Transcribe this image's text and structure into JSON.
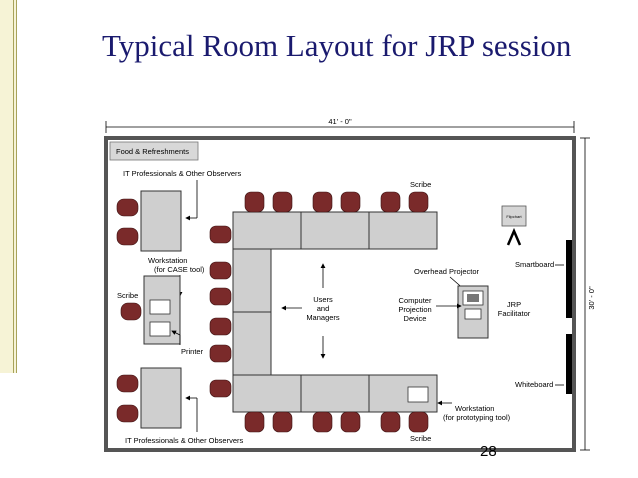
{
  "slide": {
    "title": "Typical Room Layout for JRP session",
    "page_number": "28"
  },
  "diagram": {
    "width_dim": "41' - 0\"",
    "height_dim": "30' - 0\"",
    "labels": {
      "food": "Food & Refreshments",
      "it_top": "IT Professionals & Other Observers",
      "it_bottom": "IT Professionals & Other Observers",
      "scribe_top": "Scribe",
      "scribe_left": "Scribe",
      "scribe_bottom": "Scribe",
      "workstation_case_1": "Workstation",
      "workstation_case_2": "(for CASE tool)",
      "printer": "Printer",
      "users_1": "Users",
      "users_2": "and",
      "users_3": "Managers",
      "overhead": "Overhead Projector",
      "cpd_1": "Computer",
      "cpd_2": "Projection",
      "cpd_3": "Device",
      "jrp_1": "JRP",
      "jrp_2": "Facilitator",
      "smartboard": "Smartboard",
      "whiteboard": "Whiteboard",
      "flipchart": "Flipchart",
      "workstation_proto_1": "Workstation",
      "workstation_proto_2": "(for prototyping tool)"
    }
  },
  "colors": {
    "title": "#1a1a6e",
    "seat": "#7a2a2a",
    "table": "#cfcfcf",
    "left_bar": "#f6f3d6"
  }
}
